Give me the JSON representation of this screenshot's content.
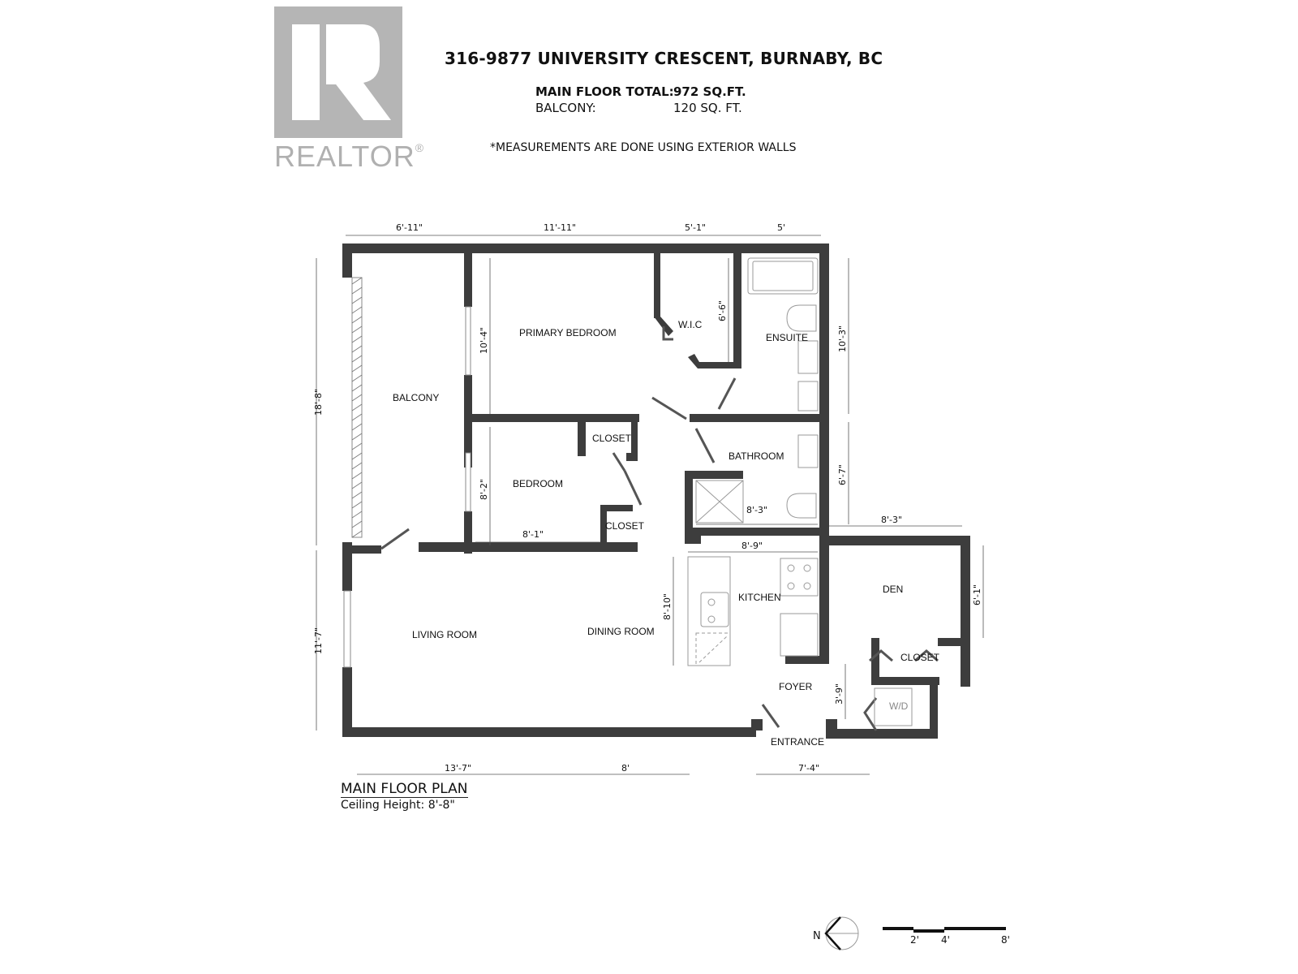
{
  "logo": {
    "text": "REALTOR",
    "mark": "®",
    "color": "#b5b5b5"
  },
  "header": {
    "address": "316-9877 UNIVERSITY CRESCENT, BURNABY, BC",
    "main_floor_label": "MAIN FLOOR TOTAL:",
    "main_floor_value": "972 SQ.FT.",
    "balcony_label": "BALCONY:",
    "balcony_value": "120 SQ. FT.",
    "note": "*MEASUREMENTS ARE DONE USING EXTERIOR WALLS"
  },
  "rooms": {
    "balcony": "BALCONY",
    "primary_bedroom": "PRIMARY BEDROOM",
    "wic": "W.I.C",
    "ensuite": "ENSUITE",
    "bedroom": "BEDROOM",
    "closet_1": "CLOSET",
    "closet_2": "CLOSET",
    "bathroom": "BATHROOM",
    "kitchen": "KITCHEN",
    "den": "DEN",
    "closet_den": "CLOSET",
    "living_room": "LIVING ROOM",
    "dining_room": "DINING ROOM",
    "foyer": "FOYER",
    "entrance": "ENTRANCE",
    "wd": "W/D"
  },
  "dimensions": {
    "top": [
      "6'-11\"",
      "11'-11\"",
      "5'-1\"",
      "5'"
    ],
    "left": [
      "18'-8\"",
      "11'-7\""
    ],
    "right": [
      "10'-3\"",
      "6'-7\"",
      "6'-1\""
    ],
    "bottom": [
      "13'-7\"",
      "8'",
      "7'-4\""
    ],
    "primary_bedroom_h": "10'-4\"",
    "wic_h": "6'-6\"",
    "bedroom_h": "8'-2\"",
    "bedroom_w": "8'-1\"",
    "bathroom_w": "8'-3\"",
    "den_w": "8'-3\"",
    "kitchen_w": "8'-9\"",
    "kitchen_h": "8'-10\"",
    "foyer_h": "3'-9\""
  },
  "plan": {
    "title": "MAIN FLOOR PLAN",
    "ceiling": "Ceiling Height: 8'-8\""
  },
  "compass": {
    "label": "N"
  },
  "scale": {
    "ticks": [
      "2'",
      "4'",
      "8'"
    ]
  },
  "colors": {
    "wall": "#3d3d3d",
    "fixture": "#9a9a9a",
    "dim_line": "#555555"
  }
}
